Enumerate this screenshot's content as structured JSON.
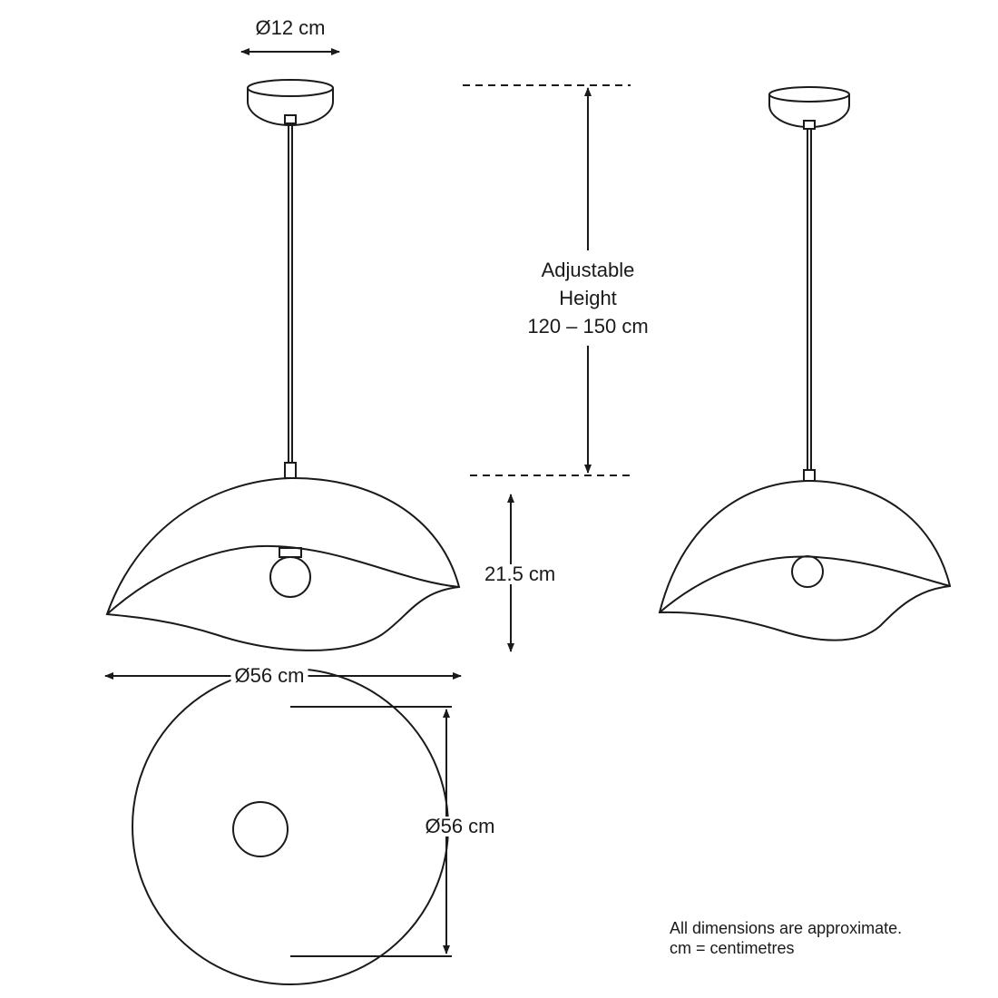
{
  "dimensions": {
    "canopy_diameter": "Ø12 cm",
    "height_label_line1": "Adjustable",
    "height_label_line2": "Height",
    "height_label_line3": "120 – 150 cm",
    "shade_height": "21.5 cm",
    "shade_width": "Ø56 cm",
    "top_view_diameter": "Ø56 cm"
  },
  "notes": {
    "approximate": "All dimensions are approximate.",
    "units": "cm = centimetres"
  },
  "colors": {
    "line": "#1a1a1a",
    "background": "#ffffff"
  }
}
